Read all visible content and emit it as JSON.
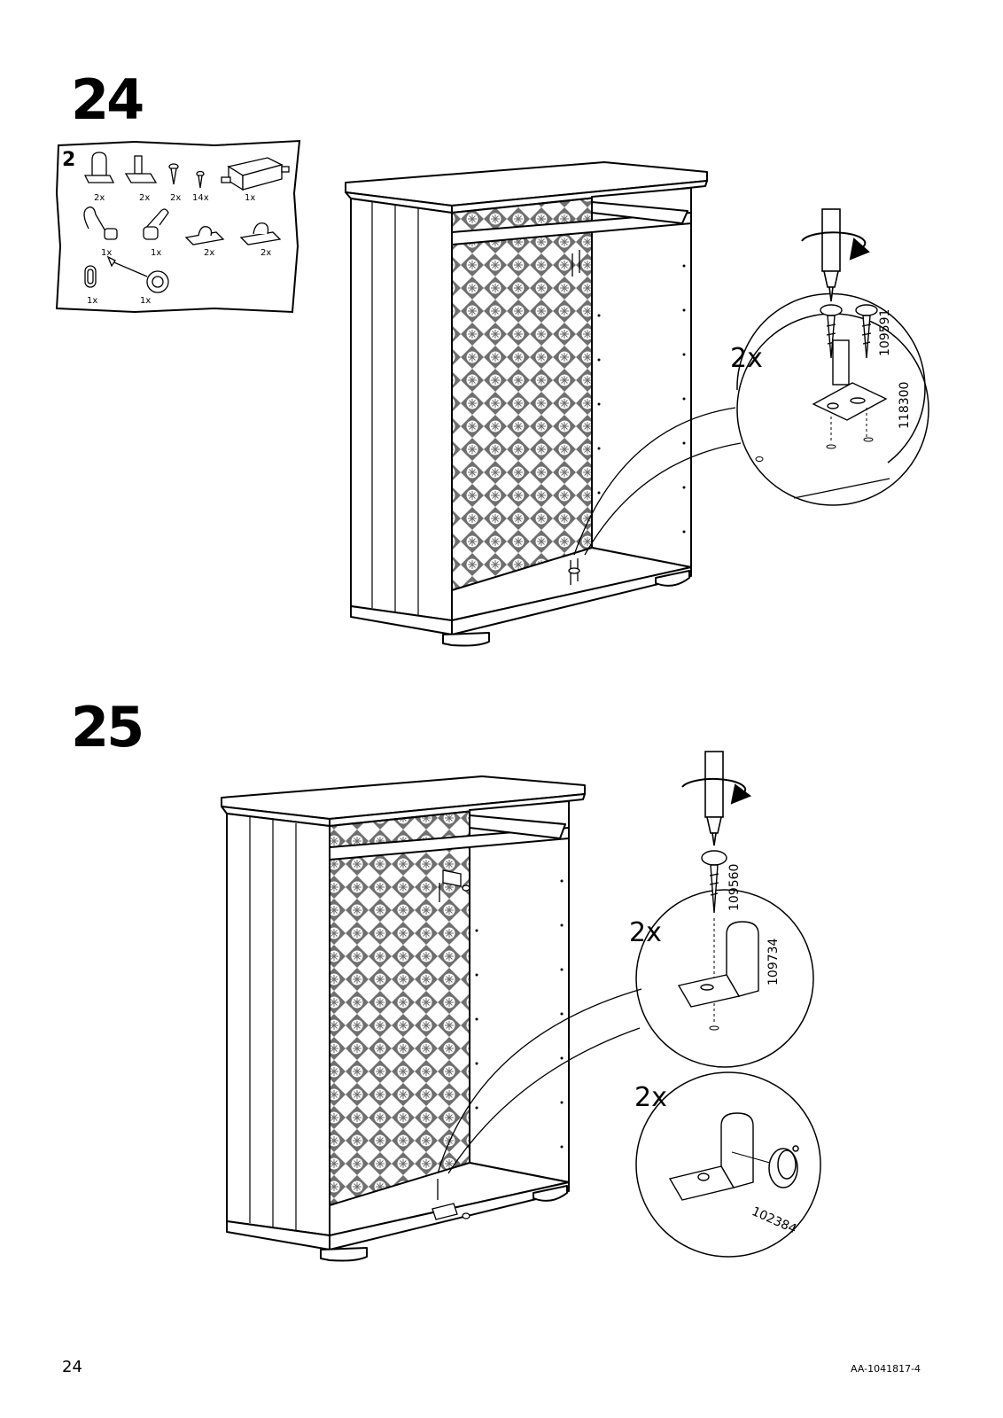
{
  "steps": [
    {
      "number": "24",
      "kit": {
        "step_badge": "2",
        "quantities": [
          "2x",
          "2x",
          "2x",
          "14x",
          "1x",
          "1x",
          "1x",
          "2x",
          "2x",
          "1x",
          "1x"
        ]
      },
      "callout": {
        "quantity": "2x",
        "part_numbers": [
          "109591",
          "118300"
        ]
      }
    },
    {
      "number": "25",
      "callouts": [
        {
          "quantity": "2x",
          "part_numbers": [
            "109560",
            "109734"
          ]
        },
        {
          "quantity": "2x",
          "part_numbers": [
            "102384"
          ]
        }
      ]
    }
  ],
  "footer": {
    "page_number": "24",
    "document_id": "AA-1041817-4"
  },
  "icons": [
    "screwdriver-icon",
    "rotation-arrow-icon",
    "screw-icon",
    "bracket-icon",
    "cabinet-illustration",
    "knob-icon"
  ]
}
